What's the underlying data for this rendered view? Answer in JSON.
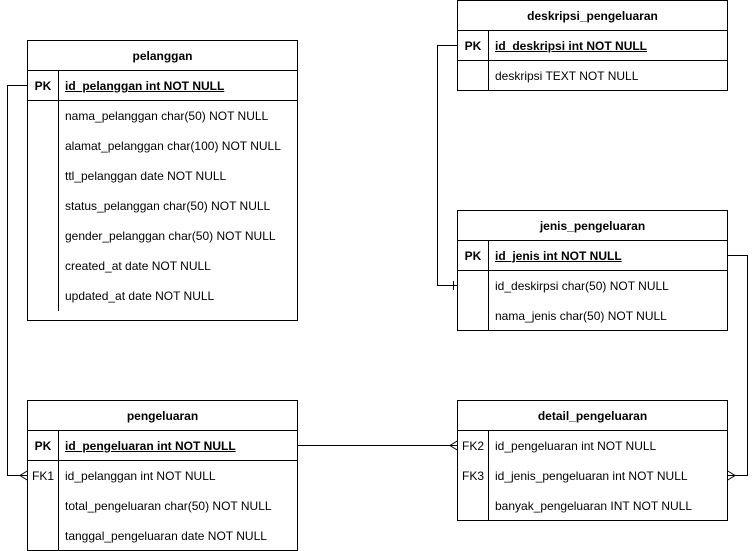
{
  "tables": {
    "deskripsi_pengeluaran": {
      "title": "deskripsi_pengeluaran",
      "pk_key": "PK",
      "pk_field": "id_deskripsi int NOT NULL",
      "fields": [
        {
          "key": "",
          "name": "deskripsi TEXT NOT NULL"
        }
      ]
    },
    "pelanggan": {
      "title": "pelanggan",
      "pk_key": "PK",
      "pk_field": "id_pelanggan int NOT NULL",
      "fields": [
        {
          "key": "",
          "name": "nama_pelanggan char(50) NOT NULL"
        },
        {
          "key": "",
          "name": "alamat_pelanggan char(100) NOT NULL"
        },
        {
          "key": "",
          "name": "ttl_pelanggan date NOT NULL"
        },
        {
          "key": "",
          "name": "status_pelanggan char(50) NOT NULL"
        },
        {
          "key": "",
          "name": "gender_pelanggan char(50) NOT NULL"
        },
        {
          "key": "",
          "name": "created_at date NOT NULL"
        },
        {
          "key": "",
          "name": "updated_at date NOT NULL"
        }
      ]
    },
    "jenis_pengeluaran": {
      "title": "jenis_pengeluaran",
      "pk_key": "PK",
      "pk_field": "id_jenis int NOT NULL",
      "fields": [
        {
          "key": "",
          "name": "id_deskirpsi char(50) NOT NULL"
        },
        {
          "key": "",
          "name": "nama_jenis char(50) NOT NULL"
        }
      ]
    },
    "pengeluaran": {
      "title": "pengeluaran",
      "pk_key": "PK",
      "pk_field": "id_pengeluaran int NOT NULL",
      "fields": [
        {
          "key": "FK1",
          "name": "id_pelanggan int NOT NULL"
        },
        {
          "key": "",
          "name": "total_pengeluaran char(50) NOT NULL"
        },
        {
          "key": "",
          "name": "tanggal_pengeluaran date NOT NULL"
        }
      ]
    },
    "detail_pengeluaran": {
      "title": "detail_pengeluaran",
      "pk_key": "",
      "pk_field": "",
      "fields": [
        {
          "key": "FK2",
          "name": "id_pengeluaran int NOT NULL"
        },
        {
          "key": "FK3",
          "name": "id_jenis_pengeluaran int NOT NULL"
        },
        {
          "key": "",
          "name": "banyak_pengeluaran INT NOT NULL"
        }
      ]
    }
  }
}
